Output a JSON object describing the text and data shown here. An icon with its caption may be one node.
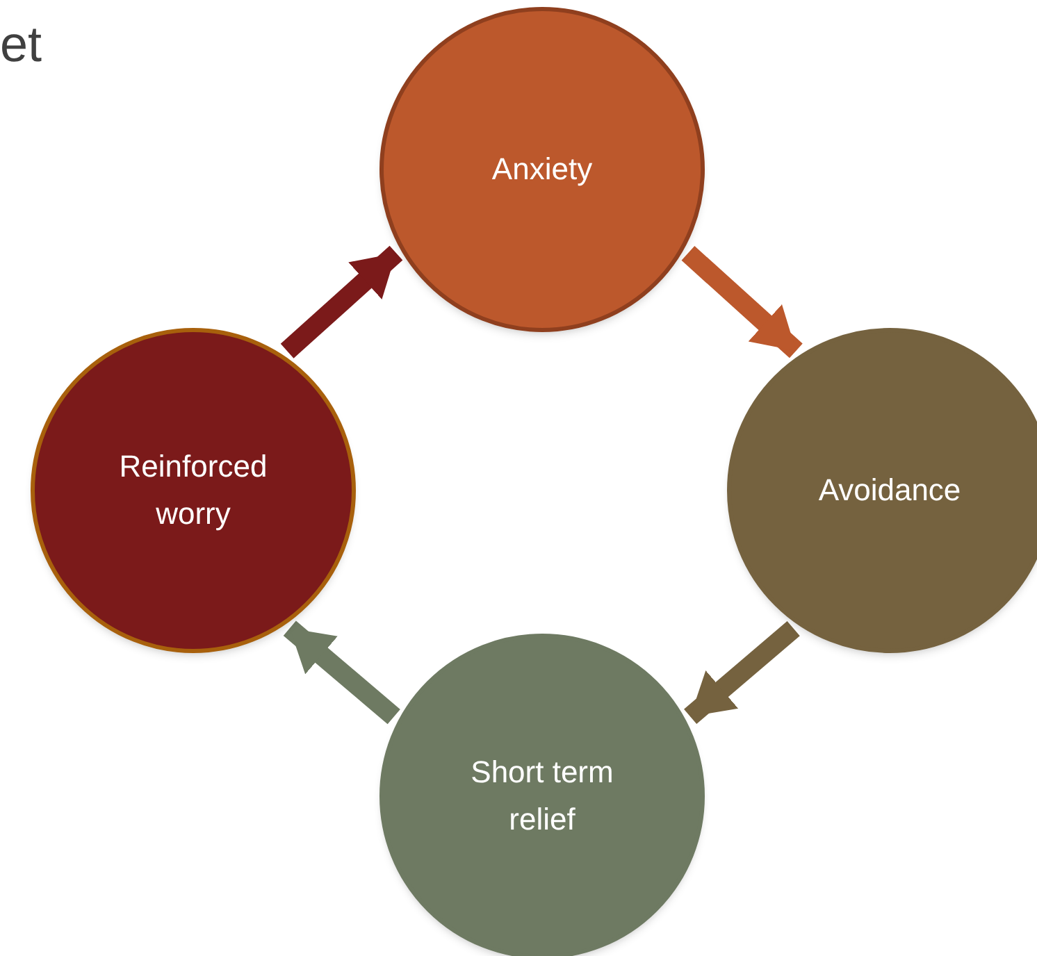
{
  "diagram": {
    "nodes": [
      {
        "text": [
          "Anxiety"
        ]
      },
      {
        "text": [
          "Avoidance"
        ]
      },
      {
        "text": [
          "Short term relief"
        ]
      },
      {
        "text": [
          "Reinforced worry"
        ]
      }
    ],
    "edges": [
      {
        "from": 0,
        "to": 1,
        "arrow": "to",
        "color": "#bc582c"
      },
      {
        "from": 1,
        "to": 2,
        "arrow": "to",
        "color": "#75623f"
      },
      {
        "from": 2,
        "to": 3,
        "arrow": "to",
        "color": "#6e7a62"
      },
      {
        "from": 3,
        "to": 0,
        "arrow": "to",
        "color": "#7b1a1a"
      }
    ],
    "labels": [
      "et"
    ]
  }
}
